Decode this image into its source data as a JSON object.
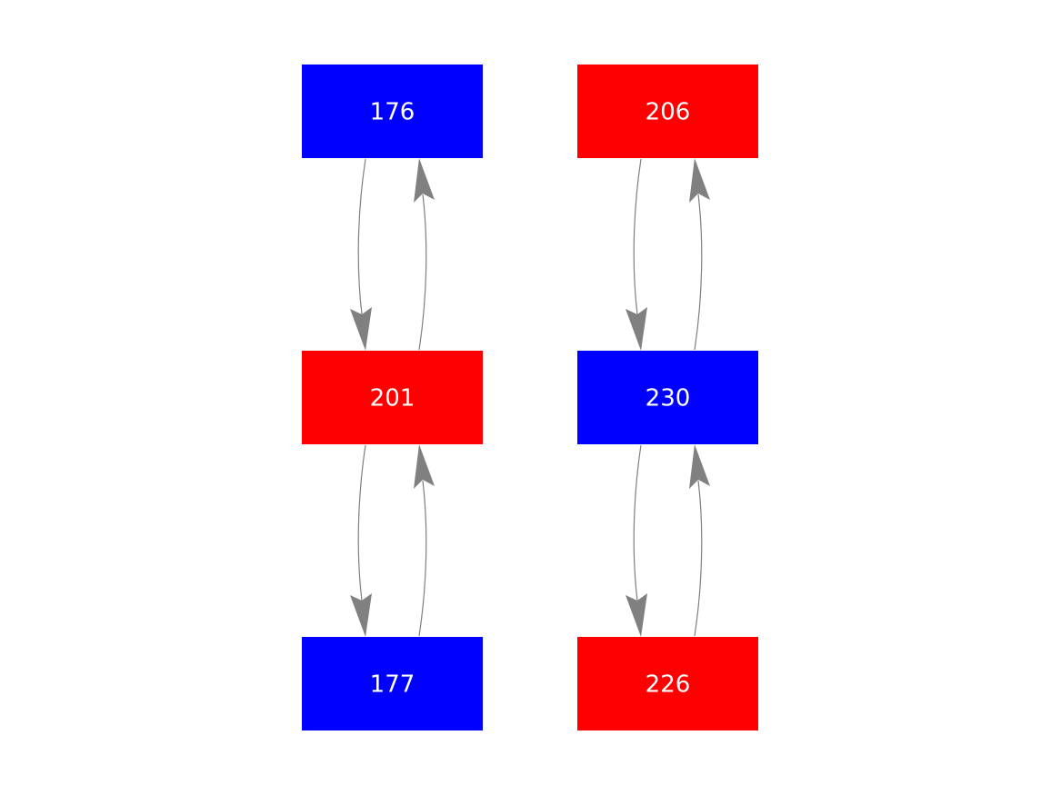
{
  "colors": {
    "blue": "#0000ff",
    "red": "#ff0000",
    "edge": "#808080",
    "label": "#ffffff"
  },
  "nodes": [
    {
      "id": "176",
      "label": "176",
      "color": "blue",
      "column": 0,
      "row": 0
    },
    {
      "id": "201",
      "label": "201",
      "color": "red",
      "column": 0,
      "row": 1
    },
    {
      "id": "177",
      "label": "177",
      "color": "blue",
      "column": 0,
      "row": 2
    },
    {
      "id": "206",
      "label": "206",
      "color": "red",
      "column": 1,
      "row": 0
    },
    {
      "id": "230",
      "label": "230",
      "color": "blue",
      "column": 1,
      "row": 1
    },
    {
      "id": "226",
      "label": "226",
      "color": "red",
      "column": 1,
      "row": 2
    }
  ],
  "edges": [
    {
      "from": "176",
      "to": "201"
    },
    {
      "from": "201",
      "to": "176"
    },
    {
      "from": "201",
      "to": "177"
    },
    {
      "from": "177",
      "to": "201"
    },
    {
      "from": "206",
      "to": "230"
    },
    {
      "from": "230",
      "to": "206"
    },
    {
      "from": "230",
      "to": "226"
    },
    {
      "from": "226",
      "to": "230"
    }
  ]
}
